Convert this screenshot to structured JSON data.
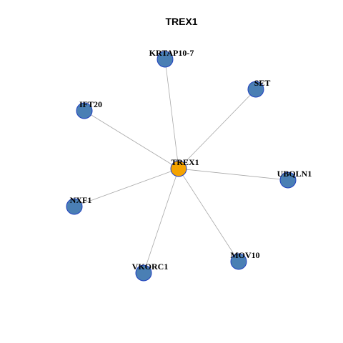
{
  "title": "TREX1",
  "colors": {
    "hub_fill": "#f5a300",
    "node_fill": "#4a7fb4",
    "node_stroke": "#1f3fbf",
    "edge": "#a8a8a8"
  },
  "hub": {
    "id": "hub",
    "label": "TREX1"
  },
  "nodes": [
    {
      "id": "krtap10-7",
      "label": "KRTAP10-7"
    },
    {
      "id": "set",
      "label": "SET"
    },
    {
      "id": "ift20",
      "label": "IFT20"
    },
    {
      "id": "ubqln1",
      "label": "UBQLN1"
    },
    {
      "id": "nxf1",
      "label": "NXF1"
    },
    {
      "id": "mov10",
      "label": "MOV10"
    },
    {
      "id": "vkorc1",
      "label": "VKORC1"
    }
  ],
  "edges": [
    [
      "hub",
      "krtap10-7"
    ],
    [
      "hub",
      "set"
    ],
    [
      "hub",
      "ift20"
    ],
    [
      "hub",
      "ubqln1"
    ],
    [
      "hub",
      "nxf1"
    ],
    [
      "hub",
      "mov10"
    ],
    [
      "hub",
      "vkorc1"
    ]
  ]
}
